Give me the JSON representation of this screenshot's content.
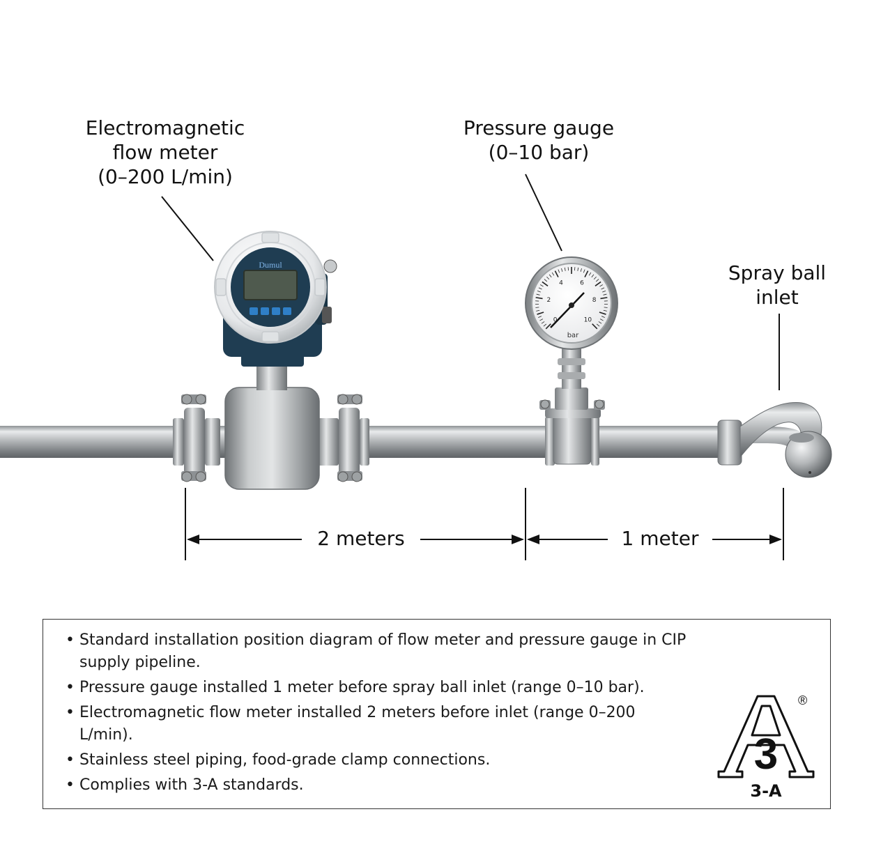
{
  "labels": {
    "flow_meter": [
      "Electromagnetic",
      "flow meter",
      "(0–200 L/min)"
    ],
    "pressure_gauge": [
      "Pressure gauge",
      "(0–10 bar)"
    ],
    "spray_ball": [
      "Spray ball",
      "inlet"
    ],
    "dimension_left": "2 meters",
    "dimension_right": "1 meter"
  },
  "device_text": {
    "flow_meter_brand": "Dumul",
    "gauge_unit": "bar",
    "gauge_ticks": [
      "0",
      "2",
      "4",
      "6",
      "8",
      "10"
    ]
  },
  "notes": [
    "Standard installation position diagram of flow meter and pressure gauge in CIP supply pipeline.",
    "Pressure gauge installed 1 meter before spray ball inlet (range 0–10 bar).",
    "Electromagnetic flow meter installed 2 meters before inlet (range 0–200 L/min).",
    "Stainless steel piping, food-grade clamp connections.",
    "Complies with 3-A standards."
  ],
  "logo": {
    "mark": "3",
    "registered": "®",
    "label": "3-A"
  },
  "colors": {
    "steel": "#b9bcbe",
    "meter_housing": "#1f3d52",
    "meter_cap": "#eef0f1",
    "lcd": "#4f5a4e",
    "keypad": "#2f7fc7"
  }
}
